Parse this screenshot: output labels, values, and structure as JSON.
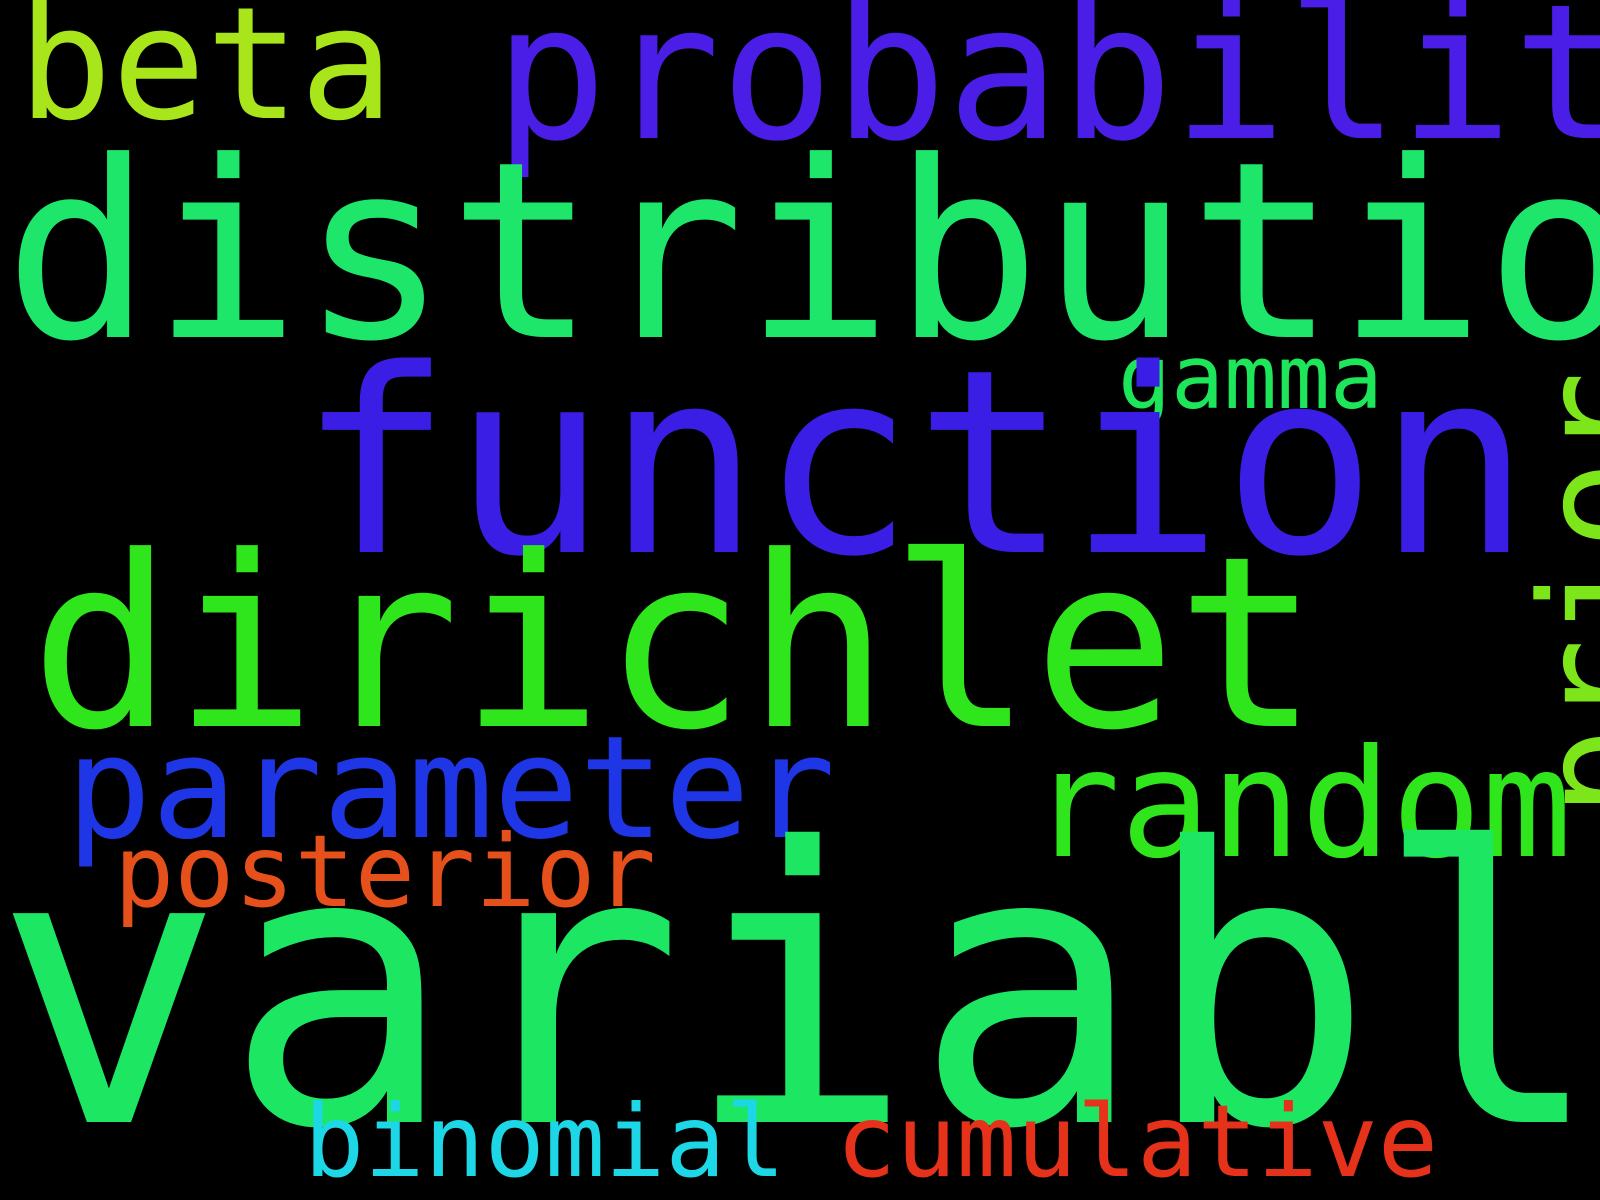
{
  "background_color": "#000000",
  "words": [
    {
      "id": "beta",
      "text": "beta",
      "color": "#A8E61B"
    },
    {
      "id": "probability",
      "text": "probability",
      "color": "#4A1EE6"
    },
    {
      "id": "distribution",
      "text": "distribution",
      "color": "#1DE66B"
    },
    {
      "id": "gamma",
      "text": "gamma",
      "color": "#1DE65A"
    },
    {
      "id": "function",
      "text": "function",
      "color": "#3A1EE6"
    },
    {
      "id": "prior",
      "text": "prior",
      "color": "#7CE61B",
      "orientation": "vertical"
    },
    {
      "id": "dirichlet",
      "text": "dirichlet",
      "color": "#2EE61B"
    },
    {
      "id": "parameter",
      "text": "parameter",
      "color": "#1E36E6"
    },
    {
      "id": "random",
      "text": "random",
      "color": "#2EE61B"
    },
    {
      "id": "posterior",
      "text": "posterior",
      "color": "#E6501B"
    },
    {
      "id": "variable",
      "text": "variable",
      "color": "#1DE662"
    },
    {
      "id": "binomial",
      "text": "binomial",
      "color": "#1DD6E6"
    },
    {
      "id": "cumulative",
      "text": "cumulative",
      "color": "#E6321B"
    }
  ]
}
